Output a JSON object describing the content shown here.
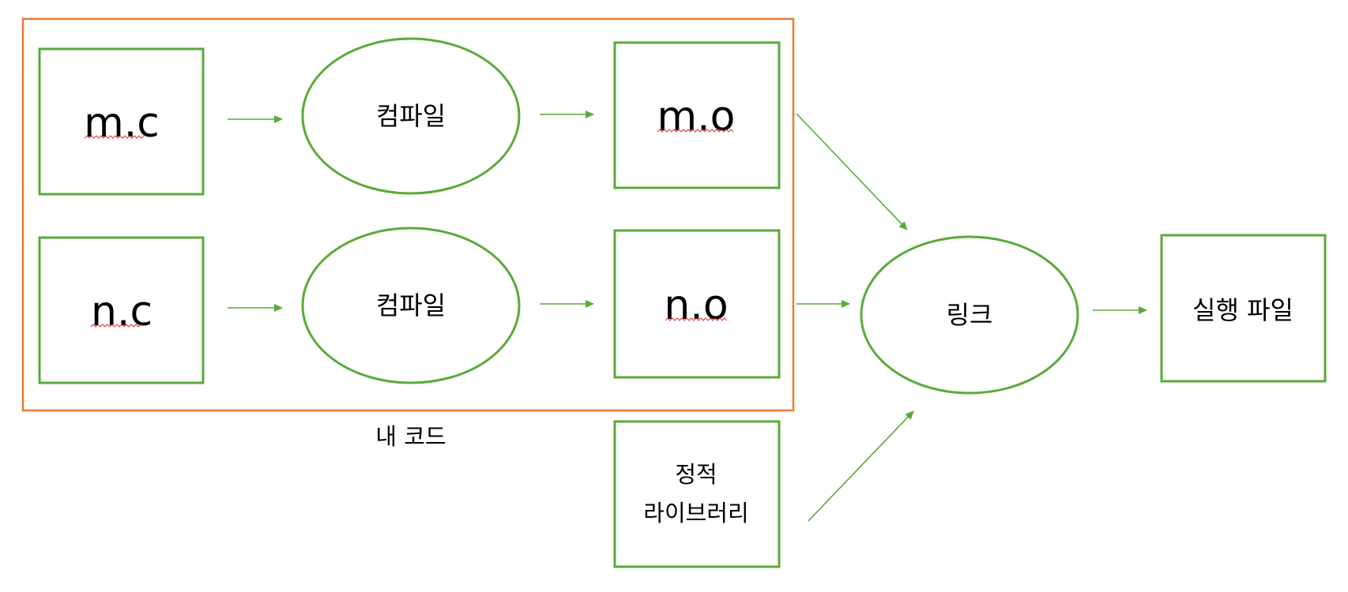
{
  "colors": {
    "node_border": "#5aaa3a",
    "group_border": "#ec7a35",
    "arrow": "#5aaa3a",
    "spellcheck_underline": "#e03030",
    "text": "#000000"
  },
  "group": {
    "label": "내 코드"
  },
  "nodes": {
    "m_c": {
      "label": "m.c"
    },
    "n_c": {
      "label": "n.c"
    },
    "compile_1": {
      "label": "컴파일"
    },
    "compile_2": {
      "label": "컴파일"
    },
    "m_o": {
      "label": "m.o"
    },
    "n_o": {
      "label": "n.o"
    },
    "static_lib": {
      "line1": "정적",
      "line2": "라이브러리"
    },
    "link": {
      "label": "링크"
    },
    "executable": {
      "label": "실행 파일"
    }
  }
}
